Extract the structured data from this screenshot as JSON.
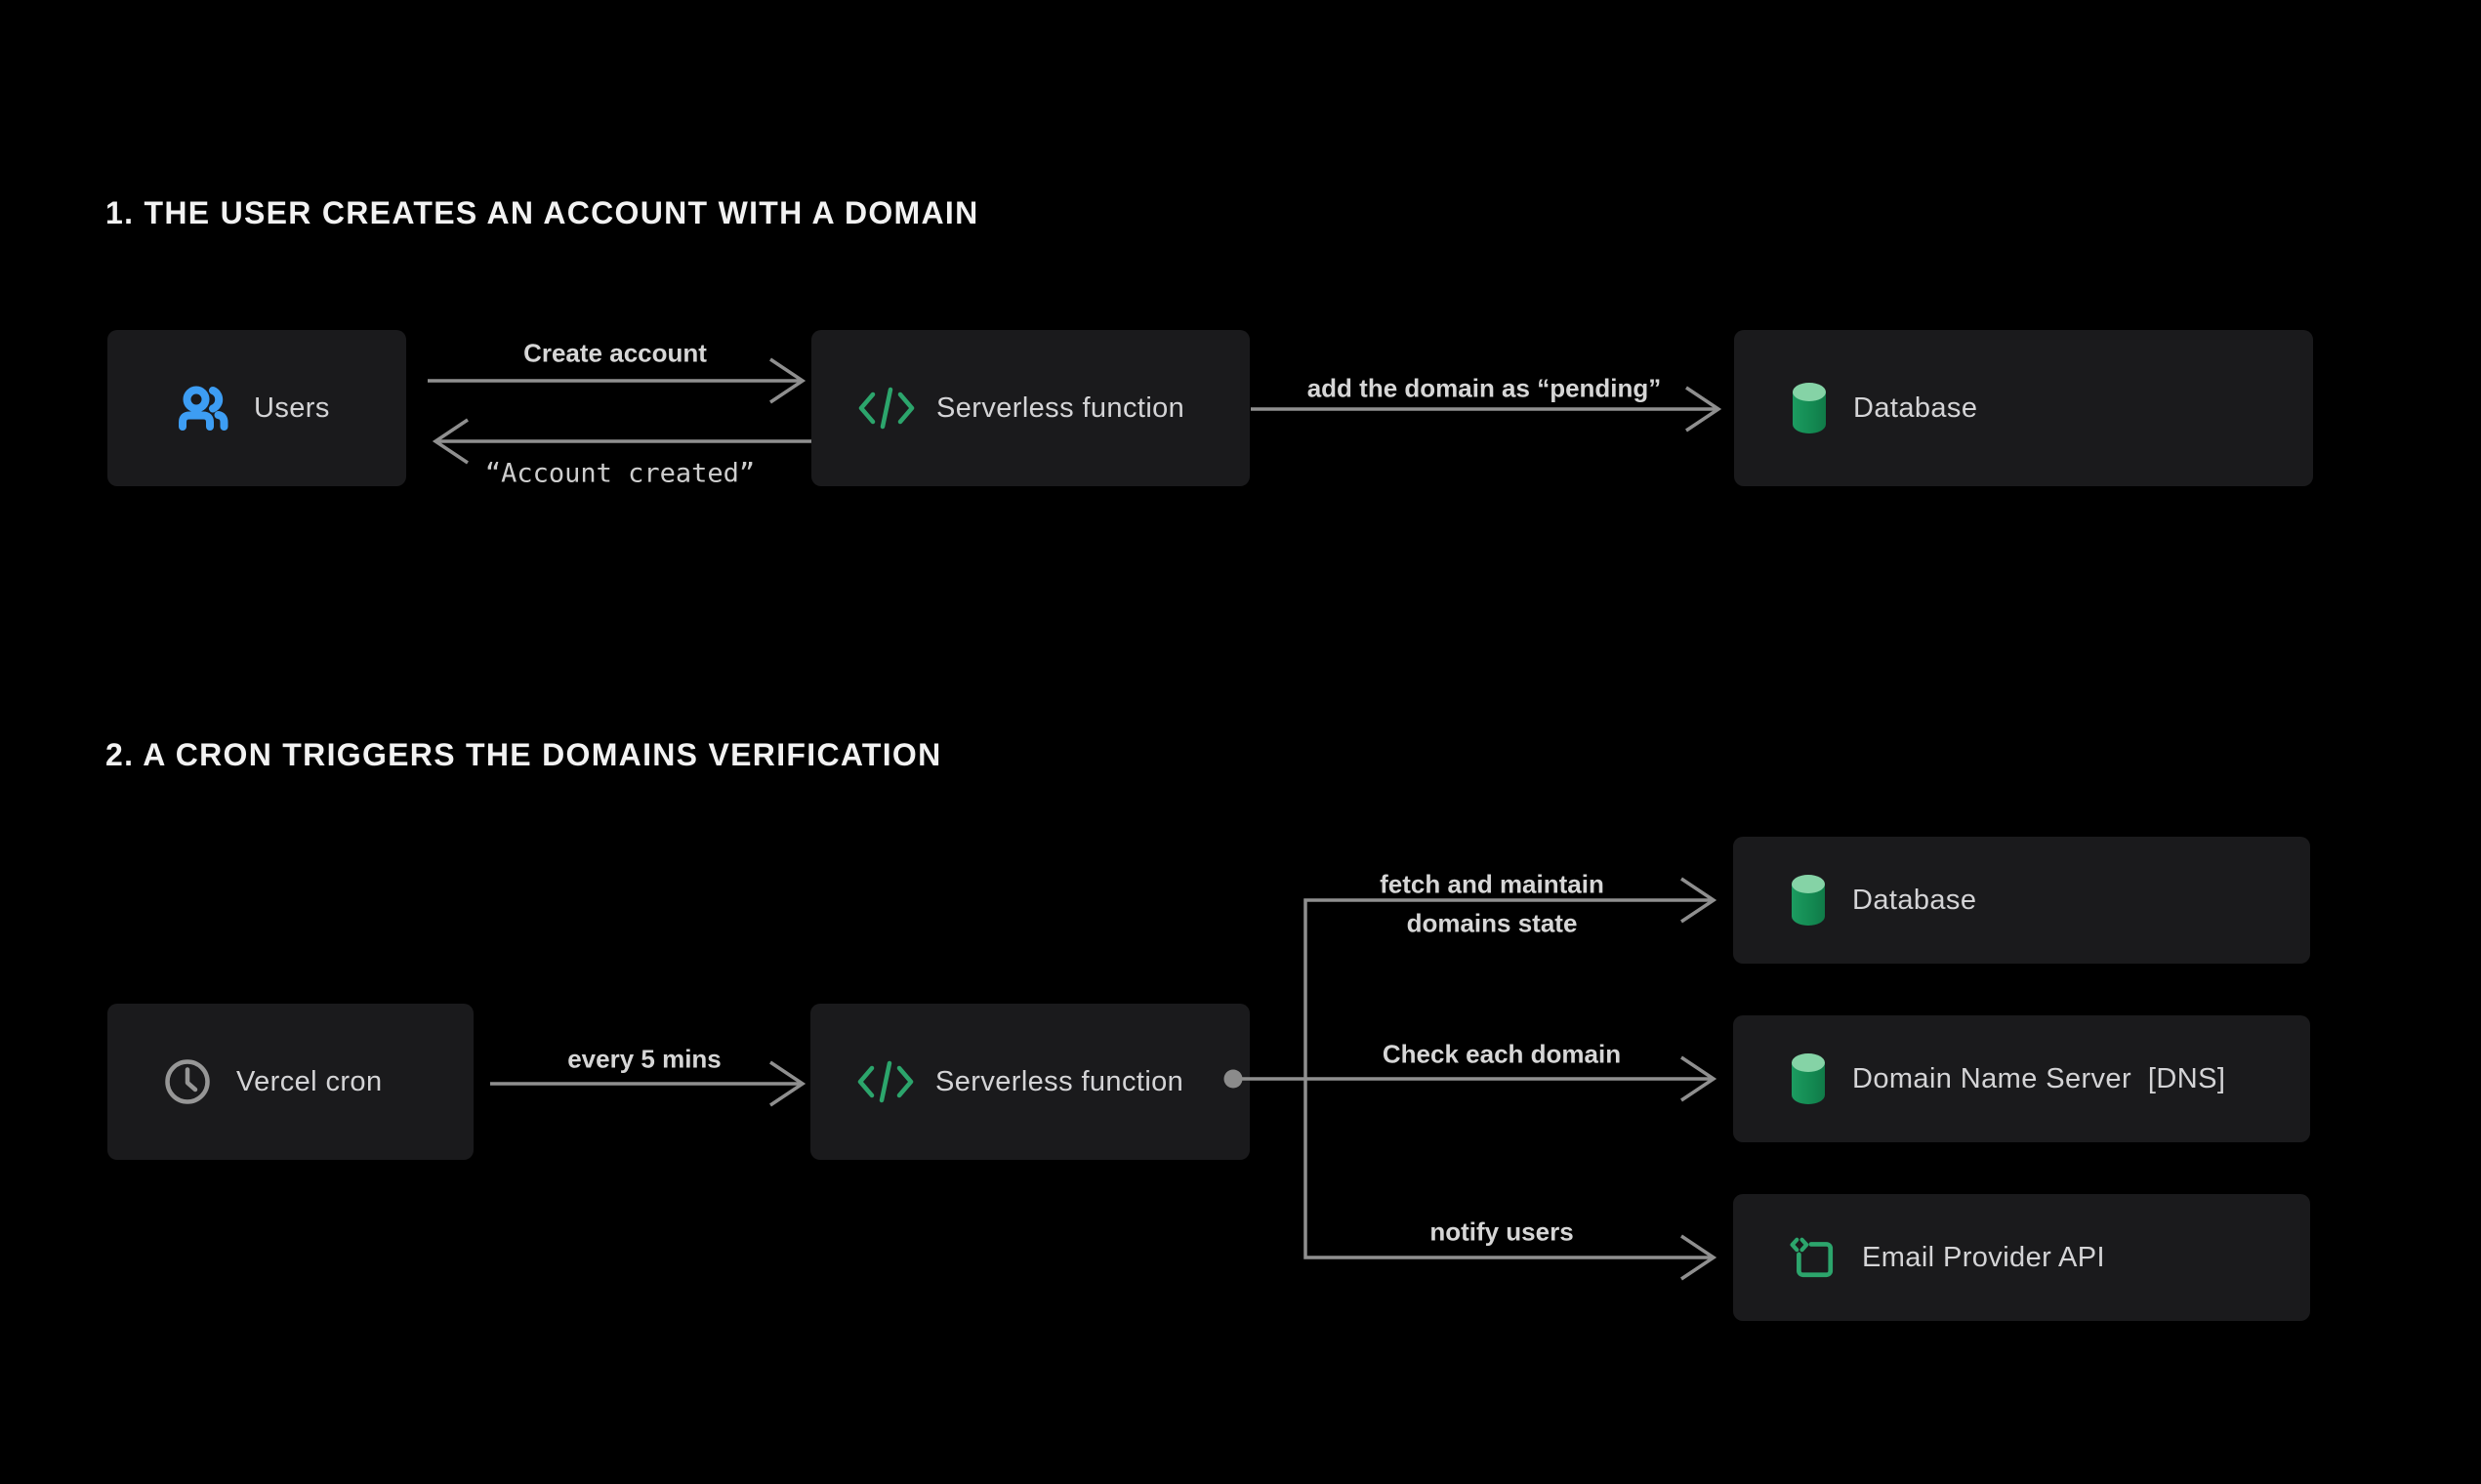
{
  "diagram": {
    "section1": {
      "title": "1. THE USER CREATES AN ACCOUNT WITH A DOMAIN",
      "users_label": "Users",
      "serverless_label": "Serverless function",
      "database_label": "Database",
      "edge_create": "Create account",
      "edge_created": "“Account created”",
      "edge_pending": "add the domain as “pending”"
    },
    "section2": {
      "title": "2. A CRON TRIGGERS THE DOMAINS VERIFICATION",
      "cron_label": "Vercel cron",
      "serverless_label": "Serverless function",
      "edge_every": "every 5 mins",
      "edge_fetch_line1": "fetch and maintain",
      "edge_fetch_line2": "domains state",
      "edge_check": "Check each domain",
      "edge_notify": "notify users",
      "database_label": "Database",
      "dns_label": "Domain Name Server  [DNS]",
      "email_label": "Email Provider API"
    },
    "colors": {
      "background": "#000000",
      "box_bg": "#1a1a1c",
      "box_text": "#d4d4d6",
      "arrow": "#8f8f8f",
      "accent_blue": "#3d9df3",
      "accent_green": "#2ca56c",
      "cylinder_top": "#85d3a6",
      "cylinder_body": "#148b53",
      "title_text": "#f2f2f2"
    }
  }
}
